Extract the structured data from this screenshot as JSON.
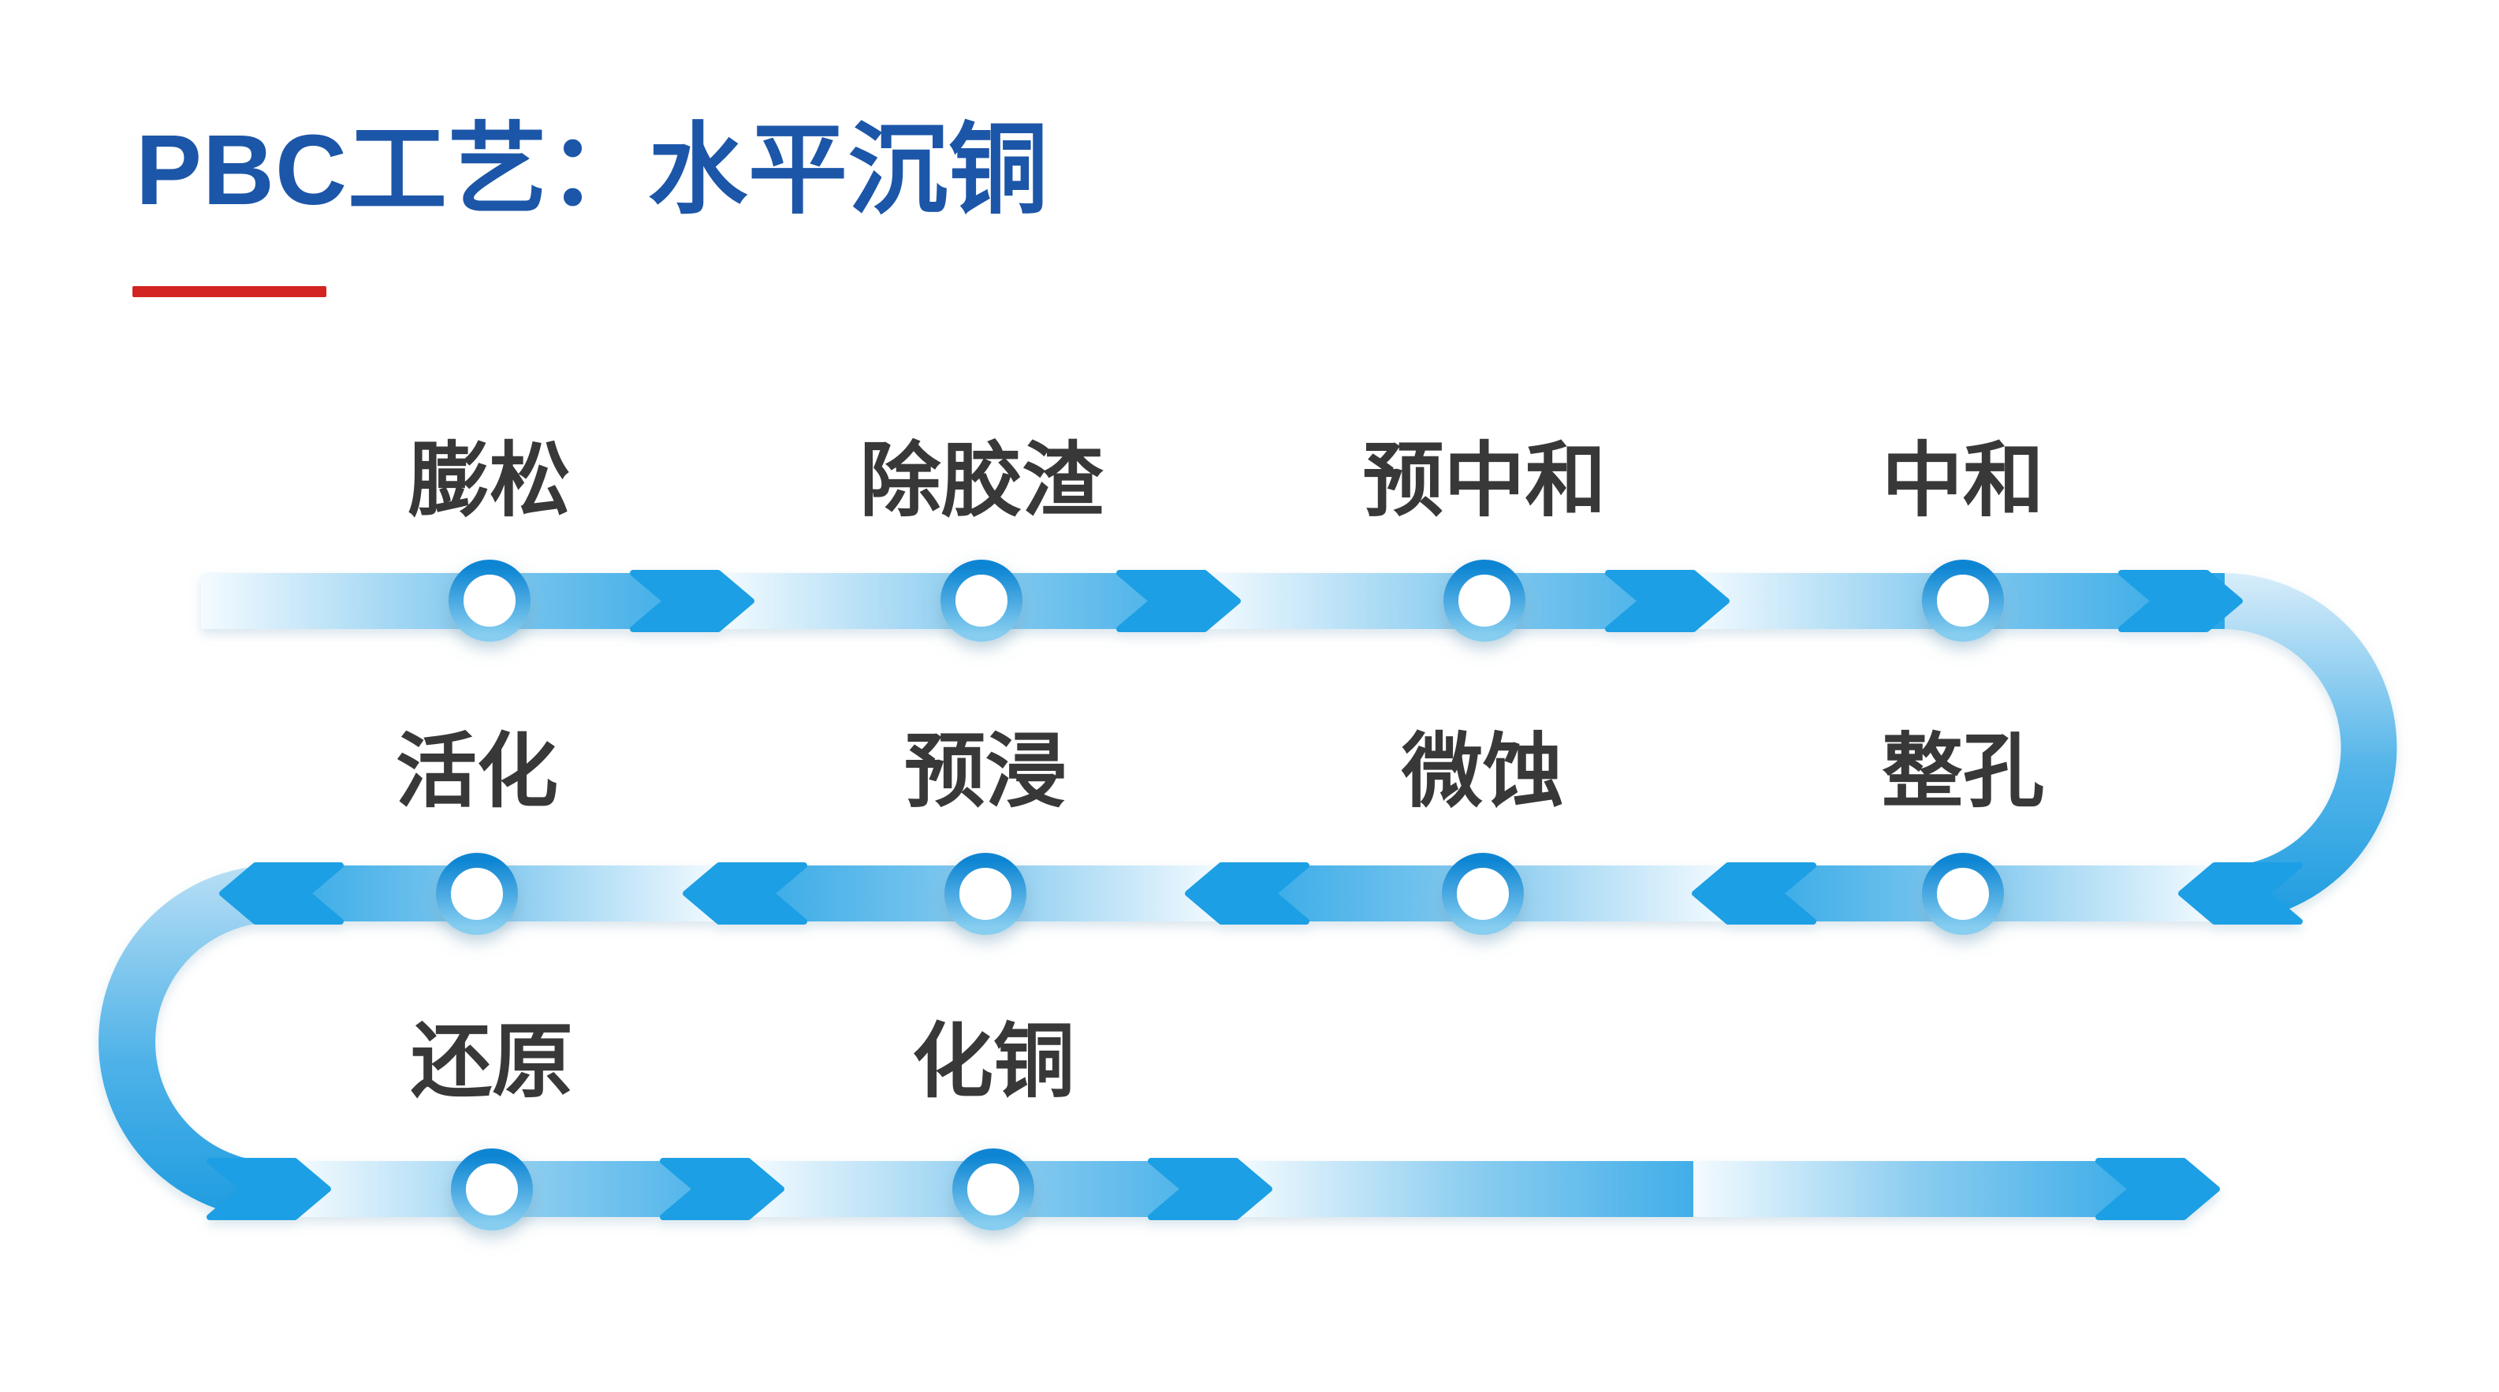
{
  "header": {
    "title": "PBC工艺：水平沉铜",
    "title_color": "#1C56A8",
    "underline_color": "#D32421"
  },
  "process": {
    "rows": [
      {
        "name": "row-1",
        "direction": "right",
        "steps": [
          {
            "label": "膨松"
          },
          {
            "label": "除胶渣"
          },
          {
            "label": "预中和"
          },
          {
            "label": "中和"
          }
        ]
      },
      {
        "name": "row-2",
        "direction": "left",
        "steps": [
          {
            "label": "整孔"
          },
          {
            "label": "微蚀"
          },
          {
            "label": "预浸"
          },
          {
            "label": "活化"
          }
        ]
      },
      {
        "name": "row-3",
        "direction": "right",
        "steps": [
          {
            "label": "还原"
          },
          {
            "label": "化铜"
          }
        ]
      }
    ]
  },
  "colors": {
    "band_light": "#F4FBFF",
    "band_mid": "#8CCDF0",
    "band_dark": "#2AA5E6",
    "arrow": "#1E9FE4",
    "curve_dark": "#1E9CE0",
    "ring_top": "#0D85D3",
    "ring_bottom": "#86CDF0",
    "label_text": "#383838",
    "background": "#FFFFFF"
  }
}
